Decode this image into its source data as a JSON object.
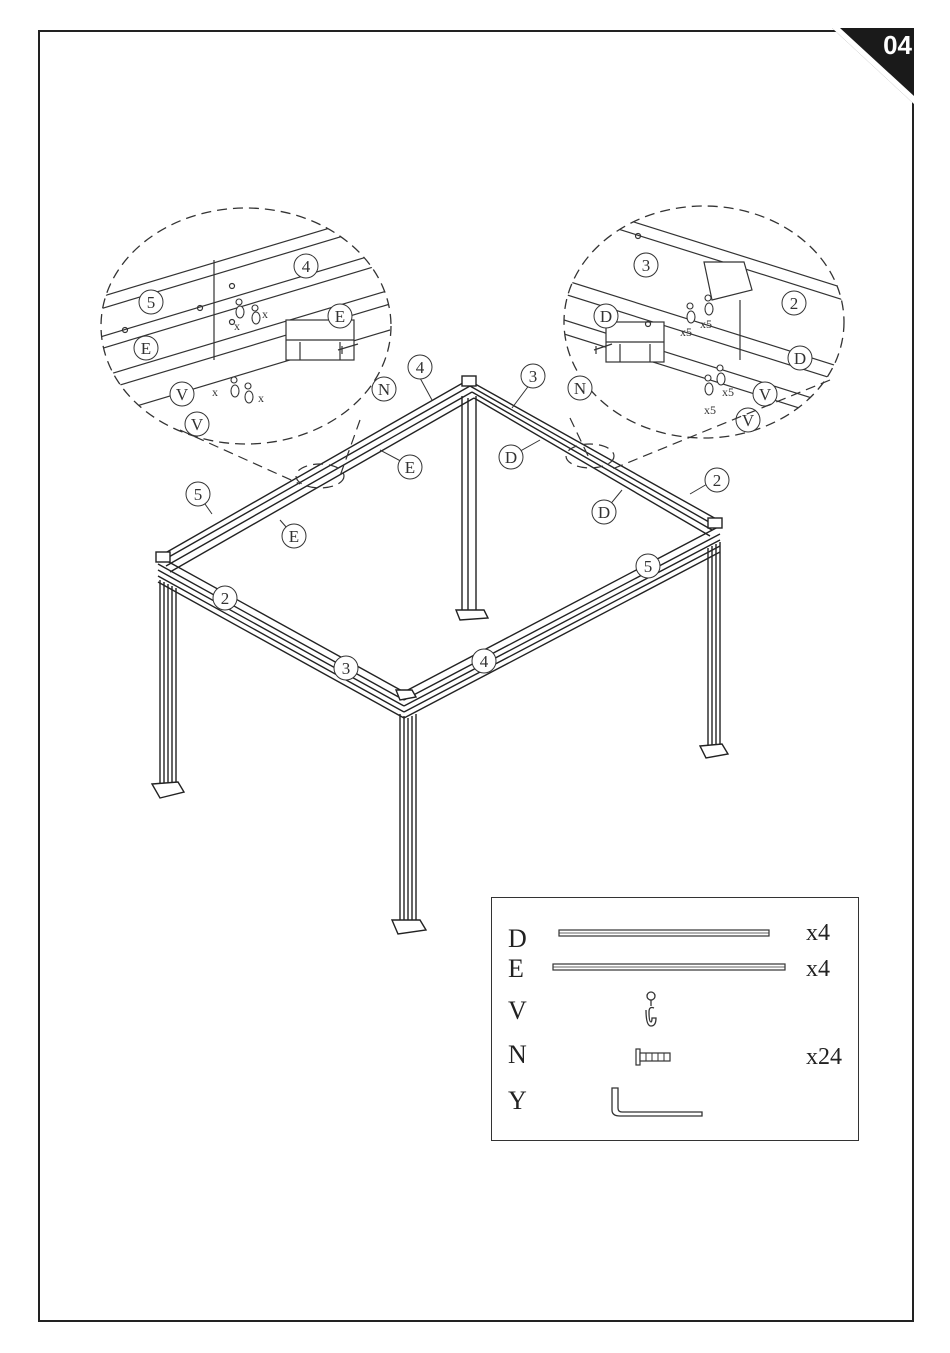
{
  "page": {
    "number": "04"
  },
  "callouts": {
    "beam_4": "4",
    "beam_5": "5",
    "beam_3": "3",
    "beam_2": "2",
    "part_E": "E",
    "part_D": "D",
    "part_N": "N",
    "part_V": "V"
  },
  "detail_left": {
    "marks": {
      "x": "x"
    }
  },
  "detail_right": {
    "marks": {
      "x5": "x5"
    }
  },
  "parts_list": [
    {
      "letter": "D",
      "qty": "x4",
      "icon": "rail-icon"
    },
    {
      "letter": "E",
      "qty": "x4",
      "icon": "rail-icon"
    },
    {
      "letter": "V",
      "qty": "",
      "icon": "hook-icon"
    },
    {
      "letter": "N",
      "qty": "x24",
      "icon": "screw-icon"
    },
    {
      "letter": "Y",
      "qty": "",
      "icon": "allen-key-icon"
    }
  ]
}
